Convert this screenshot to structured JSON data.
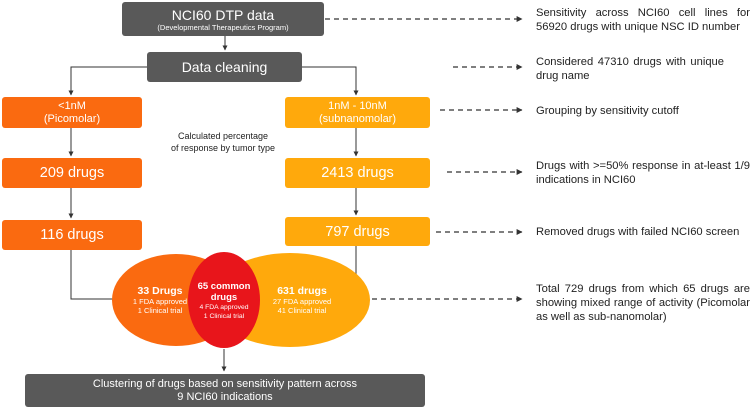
{
  "top": {
    "title": "NCI60 DTP data",
    "subtitle": "(Developmental Therapeutics Program)"
  },
  "cleaning": {
    "label": "Data cleaning"
  },
  "left": {
    "cutoff_line1": "<1nM",
    "cutoff_line2": "(Picomolar)",
    "drugs1": "209 drugs",
    "drugs2": "116 drugs"
  },
  "right": {
    "cutoff_line1": "1nM - 10nM",
    "cutoff_line2": "(subnanomolar)",
    "drugs1": "2413 drugs",
    "drugs2": "797 drugs"
  },
  "center_note": {
    "line1": "Calculated percentage",
    "line2": "of response by tumor type"
  },
  "venn": {
    "left": {
      "title": "33 Drugs",
      "line1": "1 FDA approved",
      "line2": "1 Clinical trial"
    },
    "center": {
      "title1": "65 common",
      "title2": "drugs",
      "line1": "4 FDA approved",
      "line2": "1 Clinical trial"
    },
    "right": {
      "title": "631 drugs",
      "line1": "27 FDA approved",
      "line2": "41 Clinical trial"
    },
    "colors": {
      "left": "#fa6a10",
      "center": "#e8151b",
      "right": "#ffa90c"
    }
  },
  "bottom": {
    "line1": "Clustering of drugs based on sensitivity pattern across",
    "line2": "9 NCI60 indications"
  },
  "notes": {
    "n1": "Sensitivity across NCI60 cell lines for 56920 drugs with unique NSC ID number",
    "n2": "Considered 47310 drugs with unique drug name",
    "n3": "Grouping by sensitivity cutoff",
    "n4": "Drugs with >=50% response in at-least 1/9 indications in NCI60",
    "n5": "Removed drugs with failed NCI60 screen",
    "n6": "Total 729 drugs from which 65 drugs are showing mixed range of activity (Picomolar as well as sub-nanomolar)"
  }
}
